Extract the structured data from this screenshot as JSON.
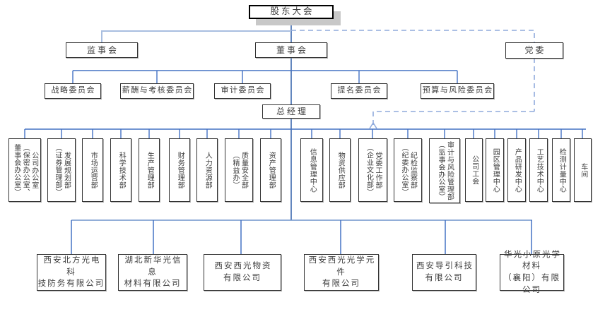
{
  "org_chart": {
    "root": "股东大会",
    "supervisory_board": "监事会",
    "board_of_directors": "董事会",
    "party_committee": "党委",
    "general_manager": "总经理",
    "committees": [
      "战略委员会",
      "薪酬与考核委员会",
      "审计委员会",
      "提名委员会",
      "预算与风险委员会"
    ],
    "departments": [
      "公司办公室\n（保密办公室、\n董事会办公室）",
      "发展规划部\n（证券管理部）",
      "市场运营部",
      "科学技术部",
      "生产管理部",
      "财务管理部",
      "人力资源部",
      "质量安全部\n（精益办）",
      "资产管理部",
      "信息管理中心",
      "物资供应部",
      "党委工作部\n（企业文化部）",
      "纪检监察部\n（纪委办公室）",
      "审计与风险管理部\n（监事会办公室）",
      "公司工会",
      "园区管理中心",
      "产品研发中心",
      "工艺技术中心",
      "检测计量中心",
      "车间"
    ],
    "subsidiaries": [
      "西安北方光电科\n技防务有限公司",
      "湖北新华光信息\n材料有限公司",
      "西安西光物资\n有限公司",
      "西安西光光学元件\n有限公司",
      "西安导引科技\n有限公司",
      "华光小原光学材料\n（襄阳）有限公司"
    ],
    "colors": {
      "line_solid": "#4472C4",
      "line_spine": "#3A67AE",
      "line_light": "#A8BEE0",
      "line_dashed": "#8FAADC",
      "box_border": "#333333",
      "root_shadow": "#C8C8C8"
    }
  }
}
